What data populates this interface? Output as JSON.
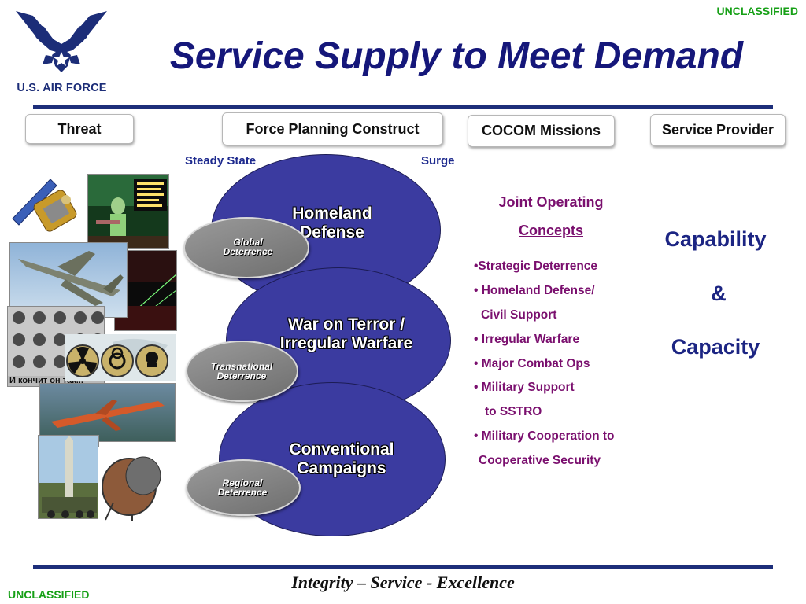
{
  "classification": {
    "top": "UNCLASSIFIED",
    "bottom": "UNCLASSIFIED"
  },
  "logo": {
    "text": "U.S. AIR FORCE",
    "icon": "air-force-symbol-icon"
  },
  "title": "Service Supply to Meet Demand",
  "headers": {
    "threat": "Threat",
    "force_planning": "Force Planning Construct",
    "cocom": "COCOM Missions",
    "service_provider": "Service Provider"
  },
  "axis_labels": {
    "left": "Steady State",
    "right": "Surge"
  },
  "threat_images": [
    {
      "name": "satellite-photo"
    },
    {
      "name": "propaganda-video-photo"
    },
    {
      "name": "fighter-jet-photo"
    },
    {
      "name": "laser-photo"
    },
    {
      "name": "mugshots-photo",
      "caption": "И кончит он так..."
    },
    {
      "name": "hazard-symbols-photo"
    },
    {
      "name": "cruise-missile-photo"
    },
    {
      "name": "mobile-missile-photo"
    },
    {
      "name": "space-object-photo"
    }
  ],
  "ellipses": [
    {
      "label_line1": "Homeland",
      "label_line2": "Defense",
      "deterrence_line1": "Global",
      "deterrence_line2": "Deterrence"
    },
    {
      "label_line1": "War on Terror /",
      "label_line2": "Irregular Warfare",
      "deterrence_line1": "Transnational",
      "deterrence_line2": "Deterrence"
    },
    {
      "label_line1": "Conventional",
      "label_line2": "Campaigns",
      "deterrence_line1": "Regional",
      "deterrence_line2": "Deterrence"
    }
  ],
  "joc": {
    "title_line1": "Joint Operating",
    "title_line2": "Concepts",
    "items": [
      "•Strategic Deterrence",
      "• Homeland Defense/",
      "Civil Support",
      "• Irregular Warfare",
      "• Major Combat Ops",
      "• Military Support",
      "to SSTRO",
      "• Military Cooperation to",
      "Cooperative Security"
    ]
  },
  "service": {
    "line1": "Capability",
    "line2": "&",
    "line3": "Capacity"
  },
  "motto": "Integrity – Service - Excellence",
  "colors": {
    "navy": "#1d2e7a",
    "ellipse": "#3b3ba0",
    "joc_text": "#7a0f6e",
    "classification": "#16a016"
  }
}
